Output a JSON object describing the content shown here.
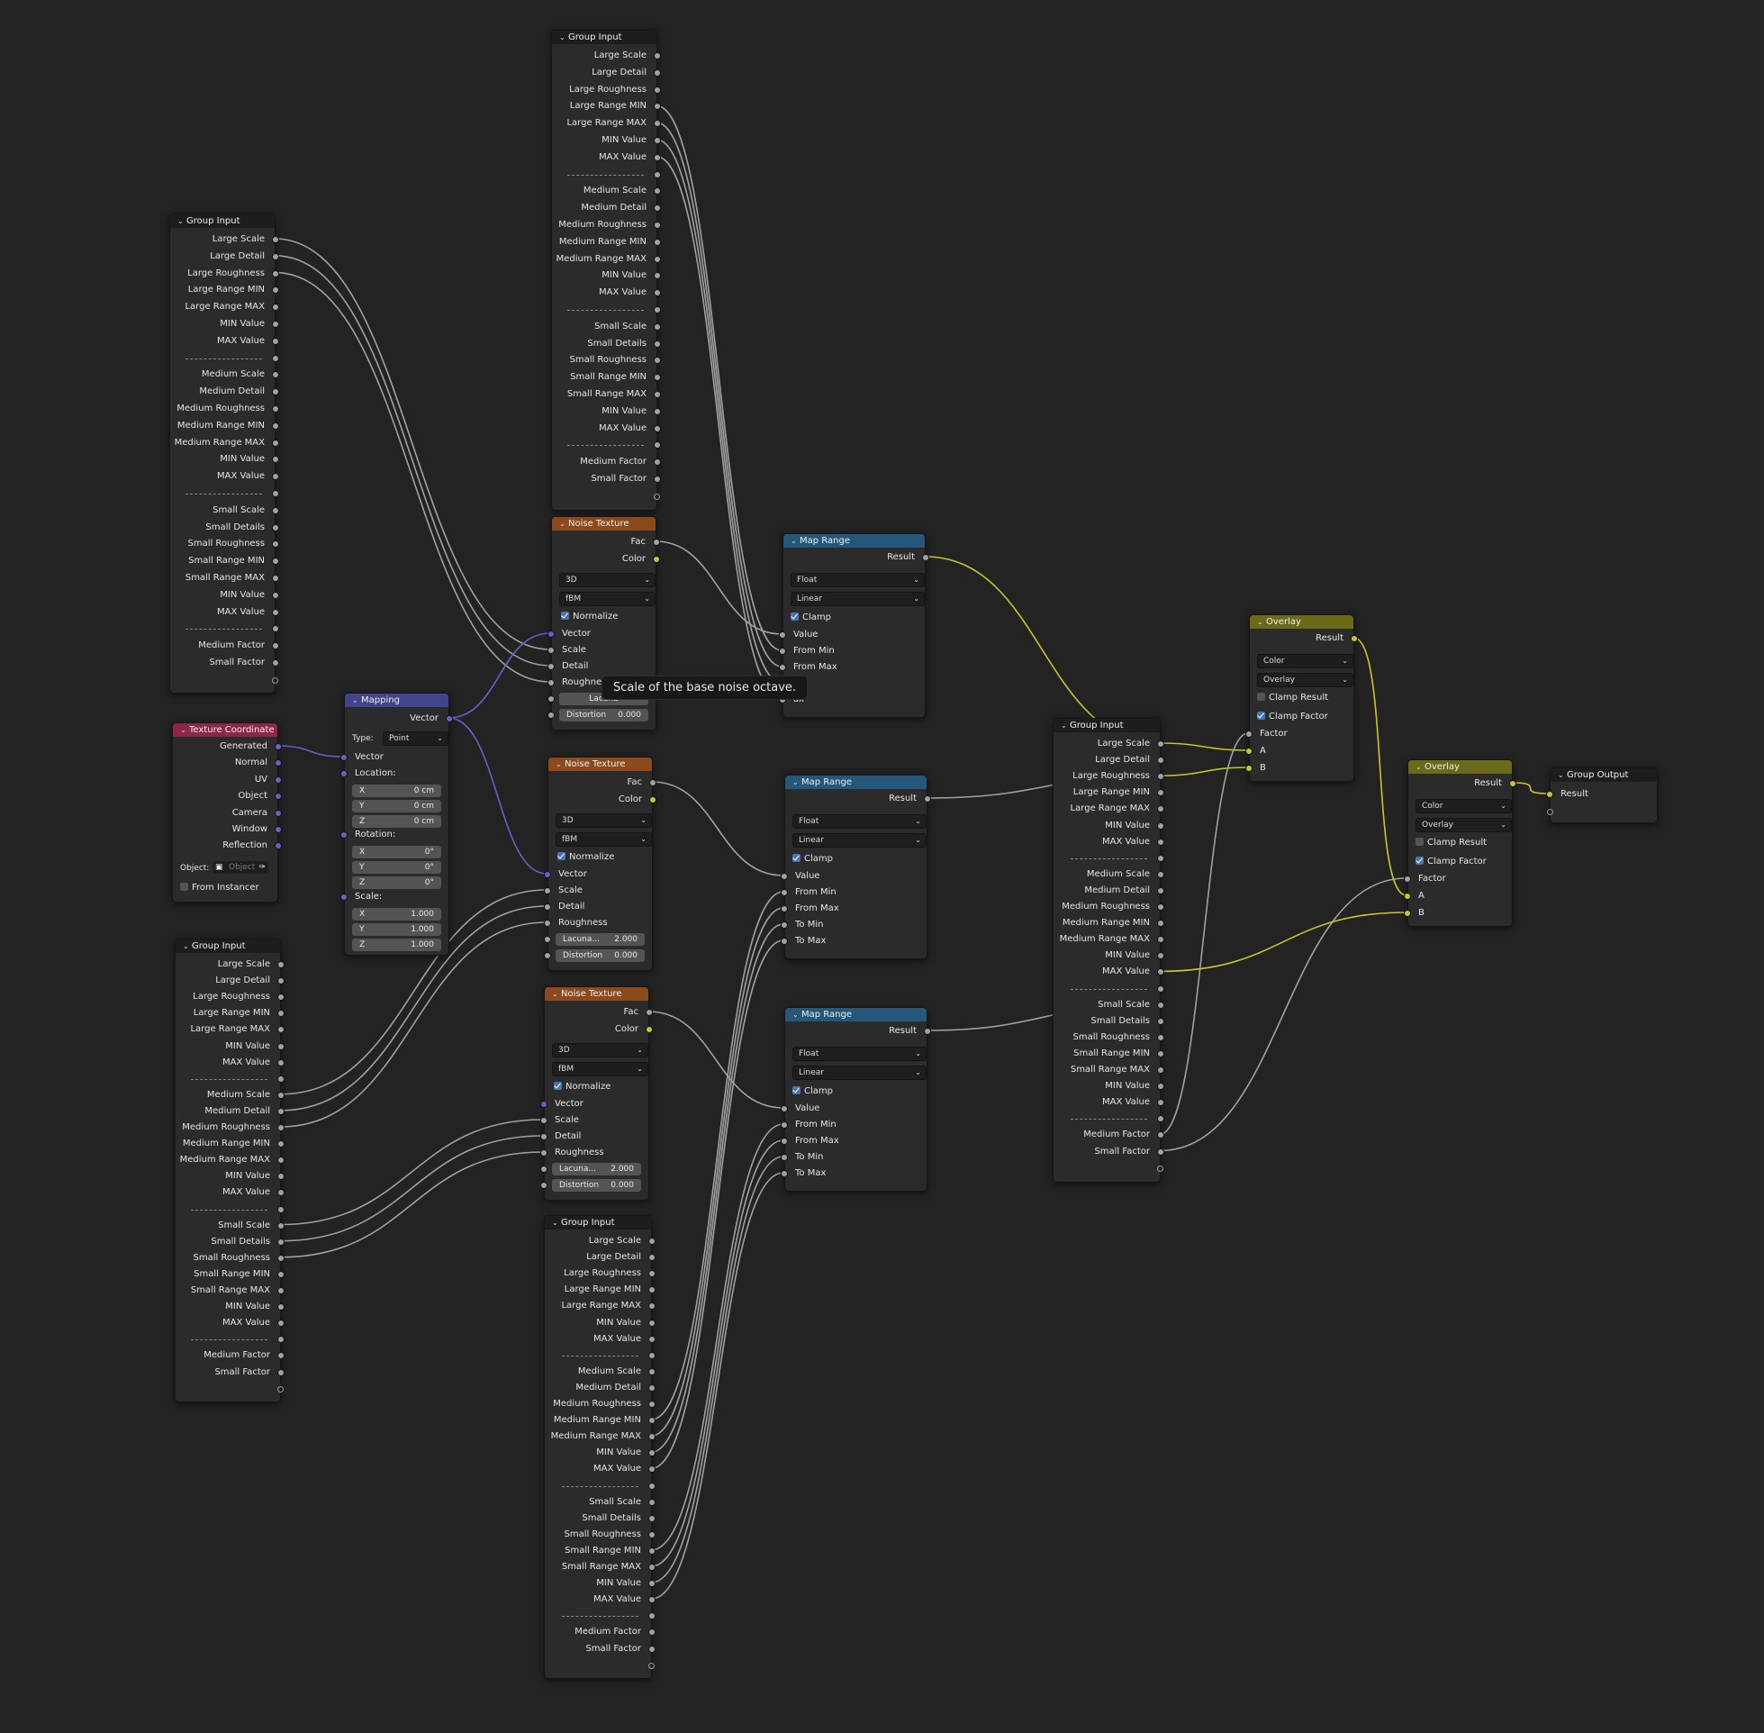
{
  "group_input": {
    "title": "Group Input",
    "items": [
      "Large Scale",
      "Large Detail",
      "Large Roughness",
      "Large Range MIN",
      "Large Range MAX",
      "MIN Value",
      "MAX Value",
      "---",
      "Medium Scale",
      "Medium Detail",
      "Medium Roughness",
      "Medium Range MIN",
      "Medium Range MAX",
      "MIN Value",
      "MAX Value",
      "---",
      "Small Scale",
      "Small Details",
      "Small Roughness",
      "Small Range MIN",
      "Small Range MAX",
      "MIN Value",
      "MAX Value",
      "---",
      "Medium Factor",
      "Small Factor"
    ]
  },
  "noise_texture": {
    "title": "Noise Texture",
    "outputs": [
      "Fac",
      "Color"
    ],
    "dimensions": "3D",
    "type": "fBM",
    "normalize": "Normalize",
    "inputs": [
      "Vector",
      "Scale",
      "Detail",
      "Roughness"
    ],
    "lacunarity_label": "Lacuna...",
    "lacunarity_value": "2.000",
    "lacunarity_partial": "Lacuna",
    "distortion_label": "Distortion",
    "distortion_value": "0.000"
  },
  "map_range": {
    "title": "Map Range",
    "output": "Result",
    "data_type": "Float",
    "interpolation": "Linear",
    "clamp": "Clamp",
    "inputs": [
      "Value",
      "From Min",
      "From Max",
      "To Min",
      "To Max"
    ],
    "hidden_fragments": [
      "From Max",
      "n",
      "ax"
    ]
  },
  "mapping": {
    "title": "Mapping",
    "output": "Vector",
    "type_label": "Type:",
    "type_value": "Point",
    "vector": "Vector",
    "location": "Location:",
    "rotation": "Rotation:",
    "scale": "Scale:",
    "axes": [
      "X",
      "Y",
      "Z"
    ],
    "location_values": [
      "0 cm",
      "0 cm",
      "0 cm"
    ],
    "rotation_values": [
      "0°",
      "0°",
      "0°"
    ],
    "scale_values": [
      "1.000",
      "1.000",
      "1.000"
    ]
  },
  "texture_coordinate": {
    "title": "Texture Coordinate",
    "outputs": [
      "Generated",
      "Normal",
      "UV",
      "Object",
      "Camera",
      "Window",
      "Reflection"
    ],
    "object_label": "Object:",
    "object_placeholder": "Object",
    "from_instancer": "From Instancer"
  },
  "overlay": {
    "title": "Overlay",
    "output": "Result",
    "data_type": "Color",
    "blend": "Overlay",
    "clamp_result": "Clamp Result",
    "clamp_factor": "Clamp Factor",
    "inputs": [
      "Factor",
      "A",
      "B"
    ]
  },
  "group_output": {
    "title": "Group Output",
    "input": "Result"
  },
  "tooltip": "Scale of the base noise octave.",
  "colors": {
    "background": "#232323",
    "noise_header": "#8a4a1c",
    "map_range_header": "#24577a",
    "mapping_header": "#42438a",
    "tex_coord_header": "#8c2747",
    "overlay_header": "#6a6a18",
    "float_wire": "#a1a1a1",
    "color_wire": "#c7c729",
    "vector_wire": "#6363c7"
  }
}
